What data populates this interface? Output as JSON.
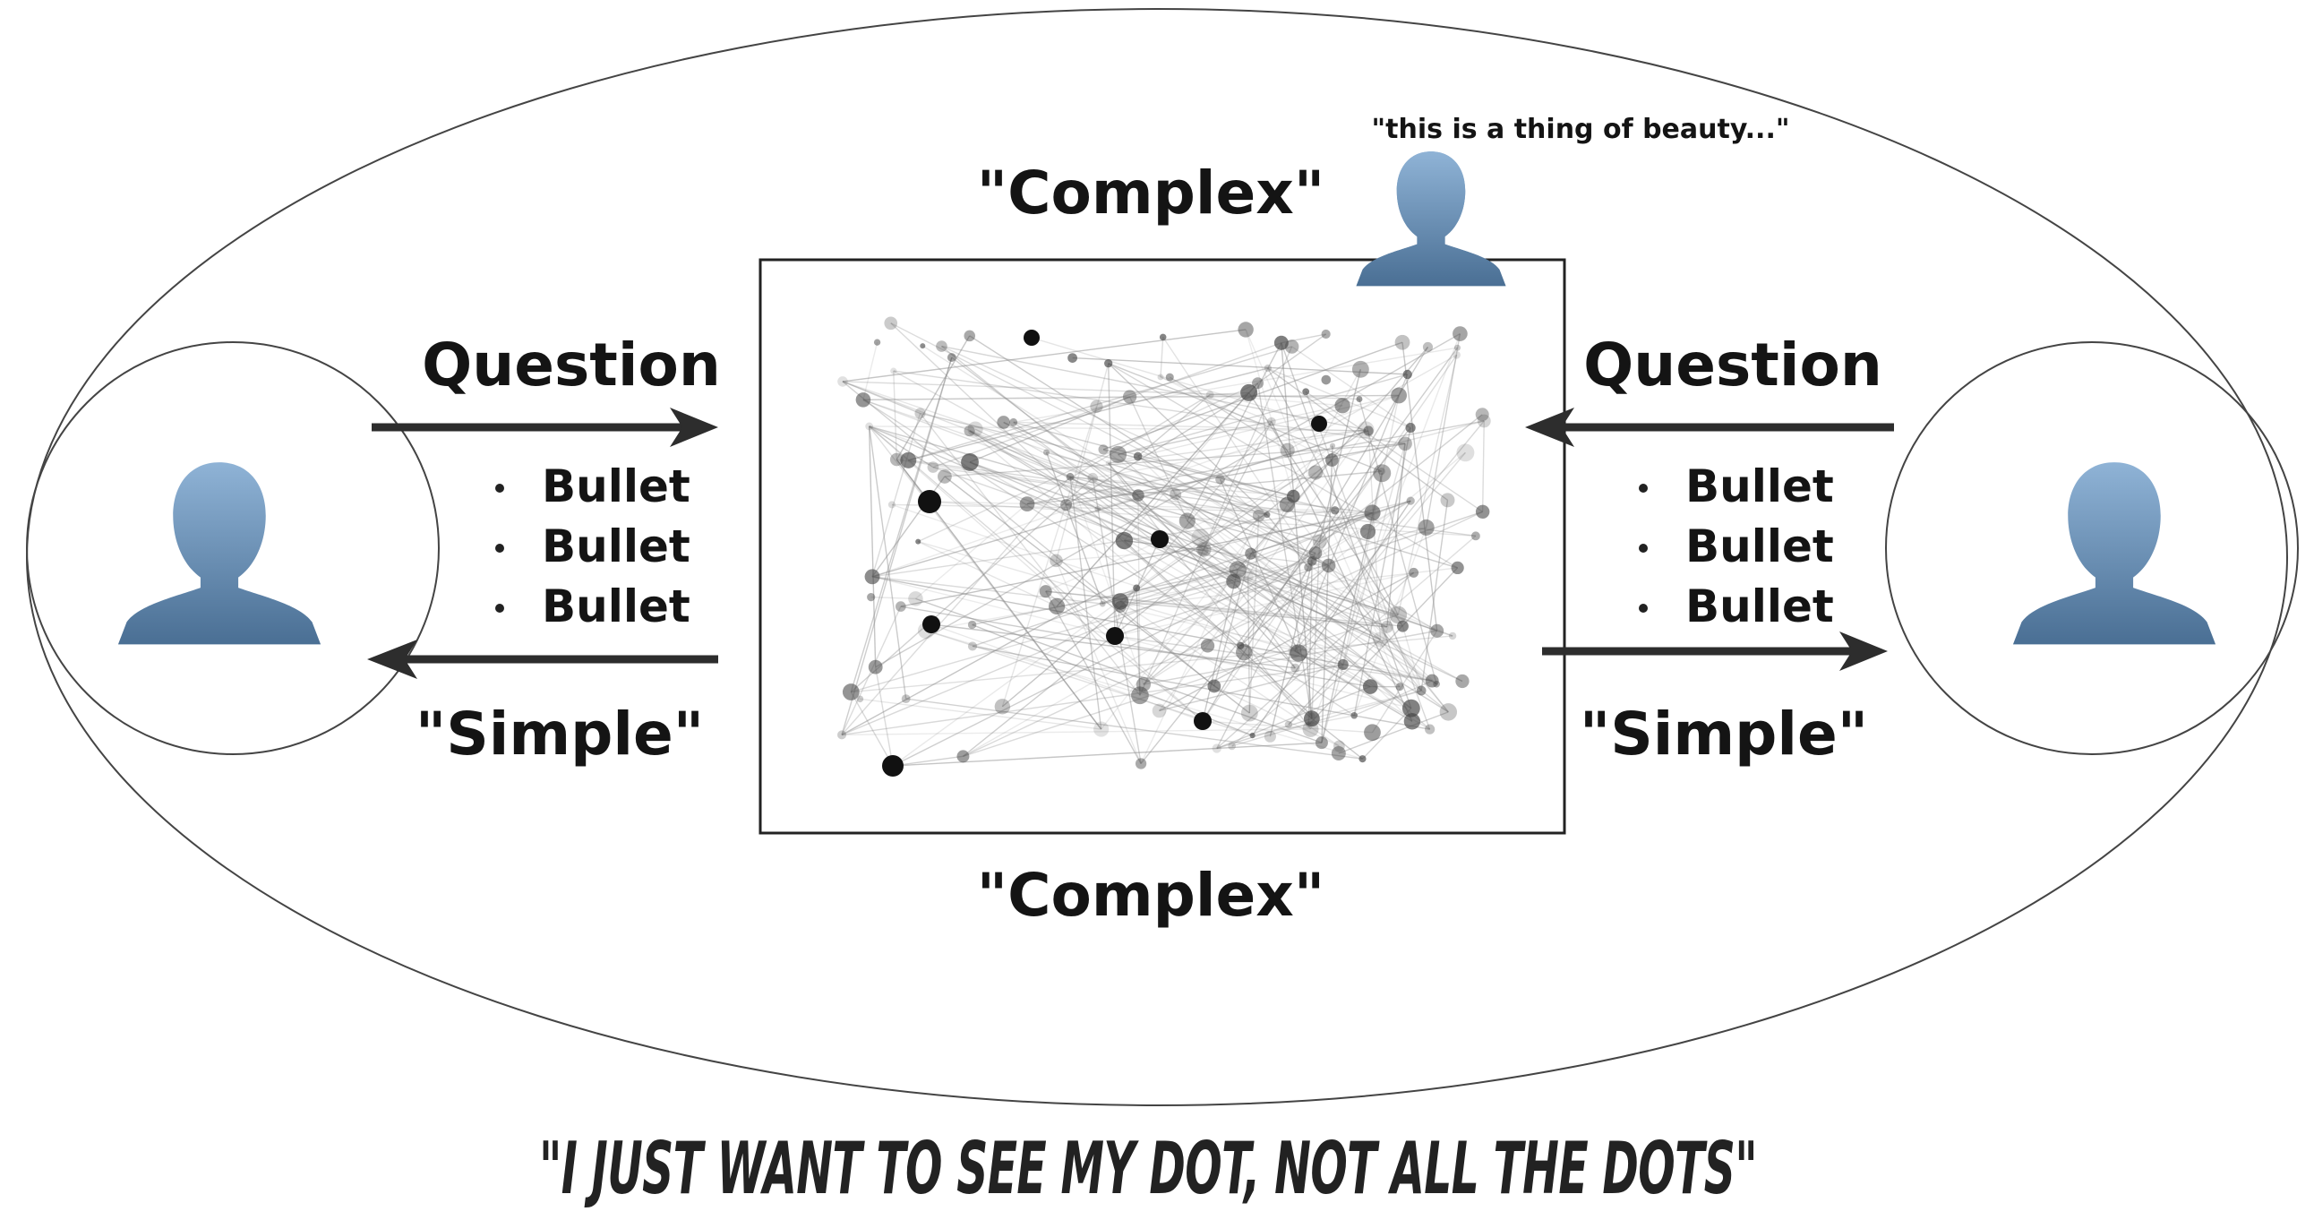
{
  "labels": {
    "complex_top": "\"Complex\"",
    "complex_bottom": "\"Complex\"",
    "question_left": "Question",
    "question_right": "Question",
    "simple_left": "\"Simple\"",
    "simple_right": "\"Simple\"",
    "bullets_left": [
      "Bullet",
      "Bullet",
      "Bullet"
    ],
    "bullets_right": [
      "Bullet",
      "Bullet",
      "Bullet"
    ],
    "beauty_quote": "\"this is a thing of beauty...\"",
    "tagline": "\"I JUST WANT TO SEE MY DOT, NOT ALL THE DOTS\""
  },
  "icons": {
    "left_person": "person-silhouette-icon",
    "right_person": "person-silhouette-icon",
    "top_person": "person-silhouette-icon"
  },
  "colors": {
    "person_top": "#8fb3d6",
    "person_bottom": "#4a6f94",
    "arrow": "#2d2d2d",
    "network_node": "#444444",
    "network_edge": "#888888"
  }
}
